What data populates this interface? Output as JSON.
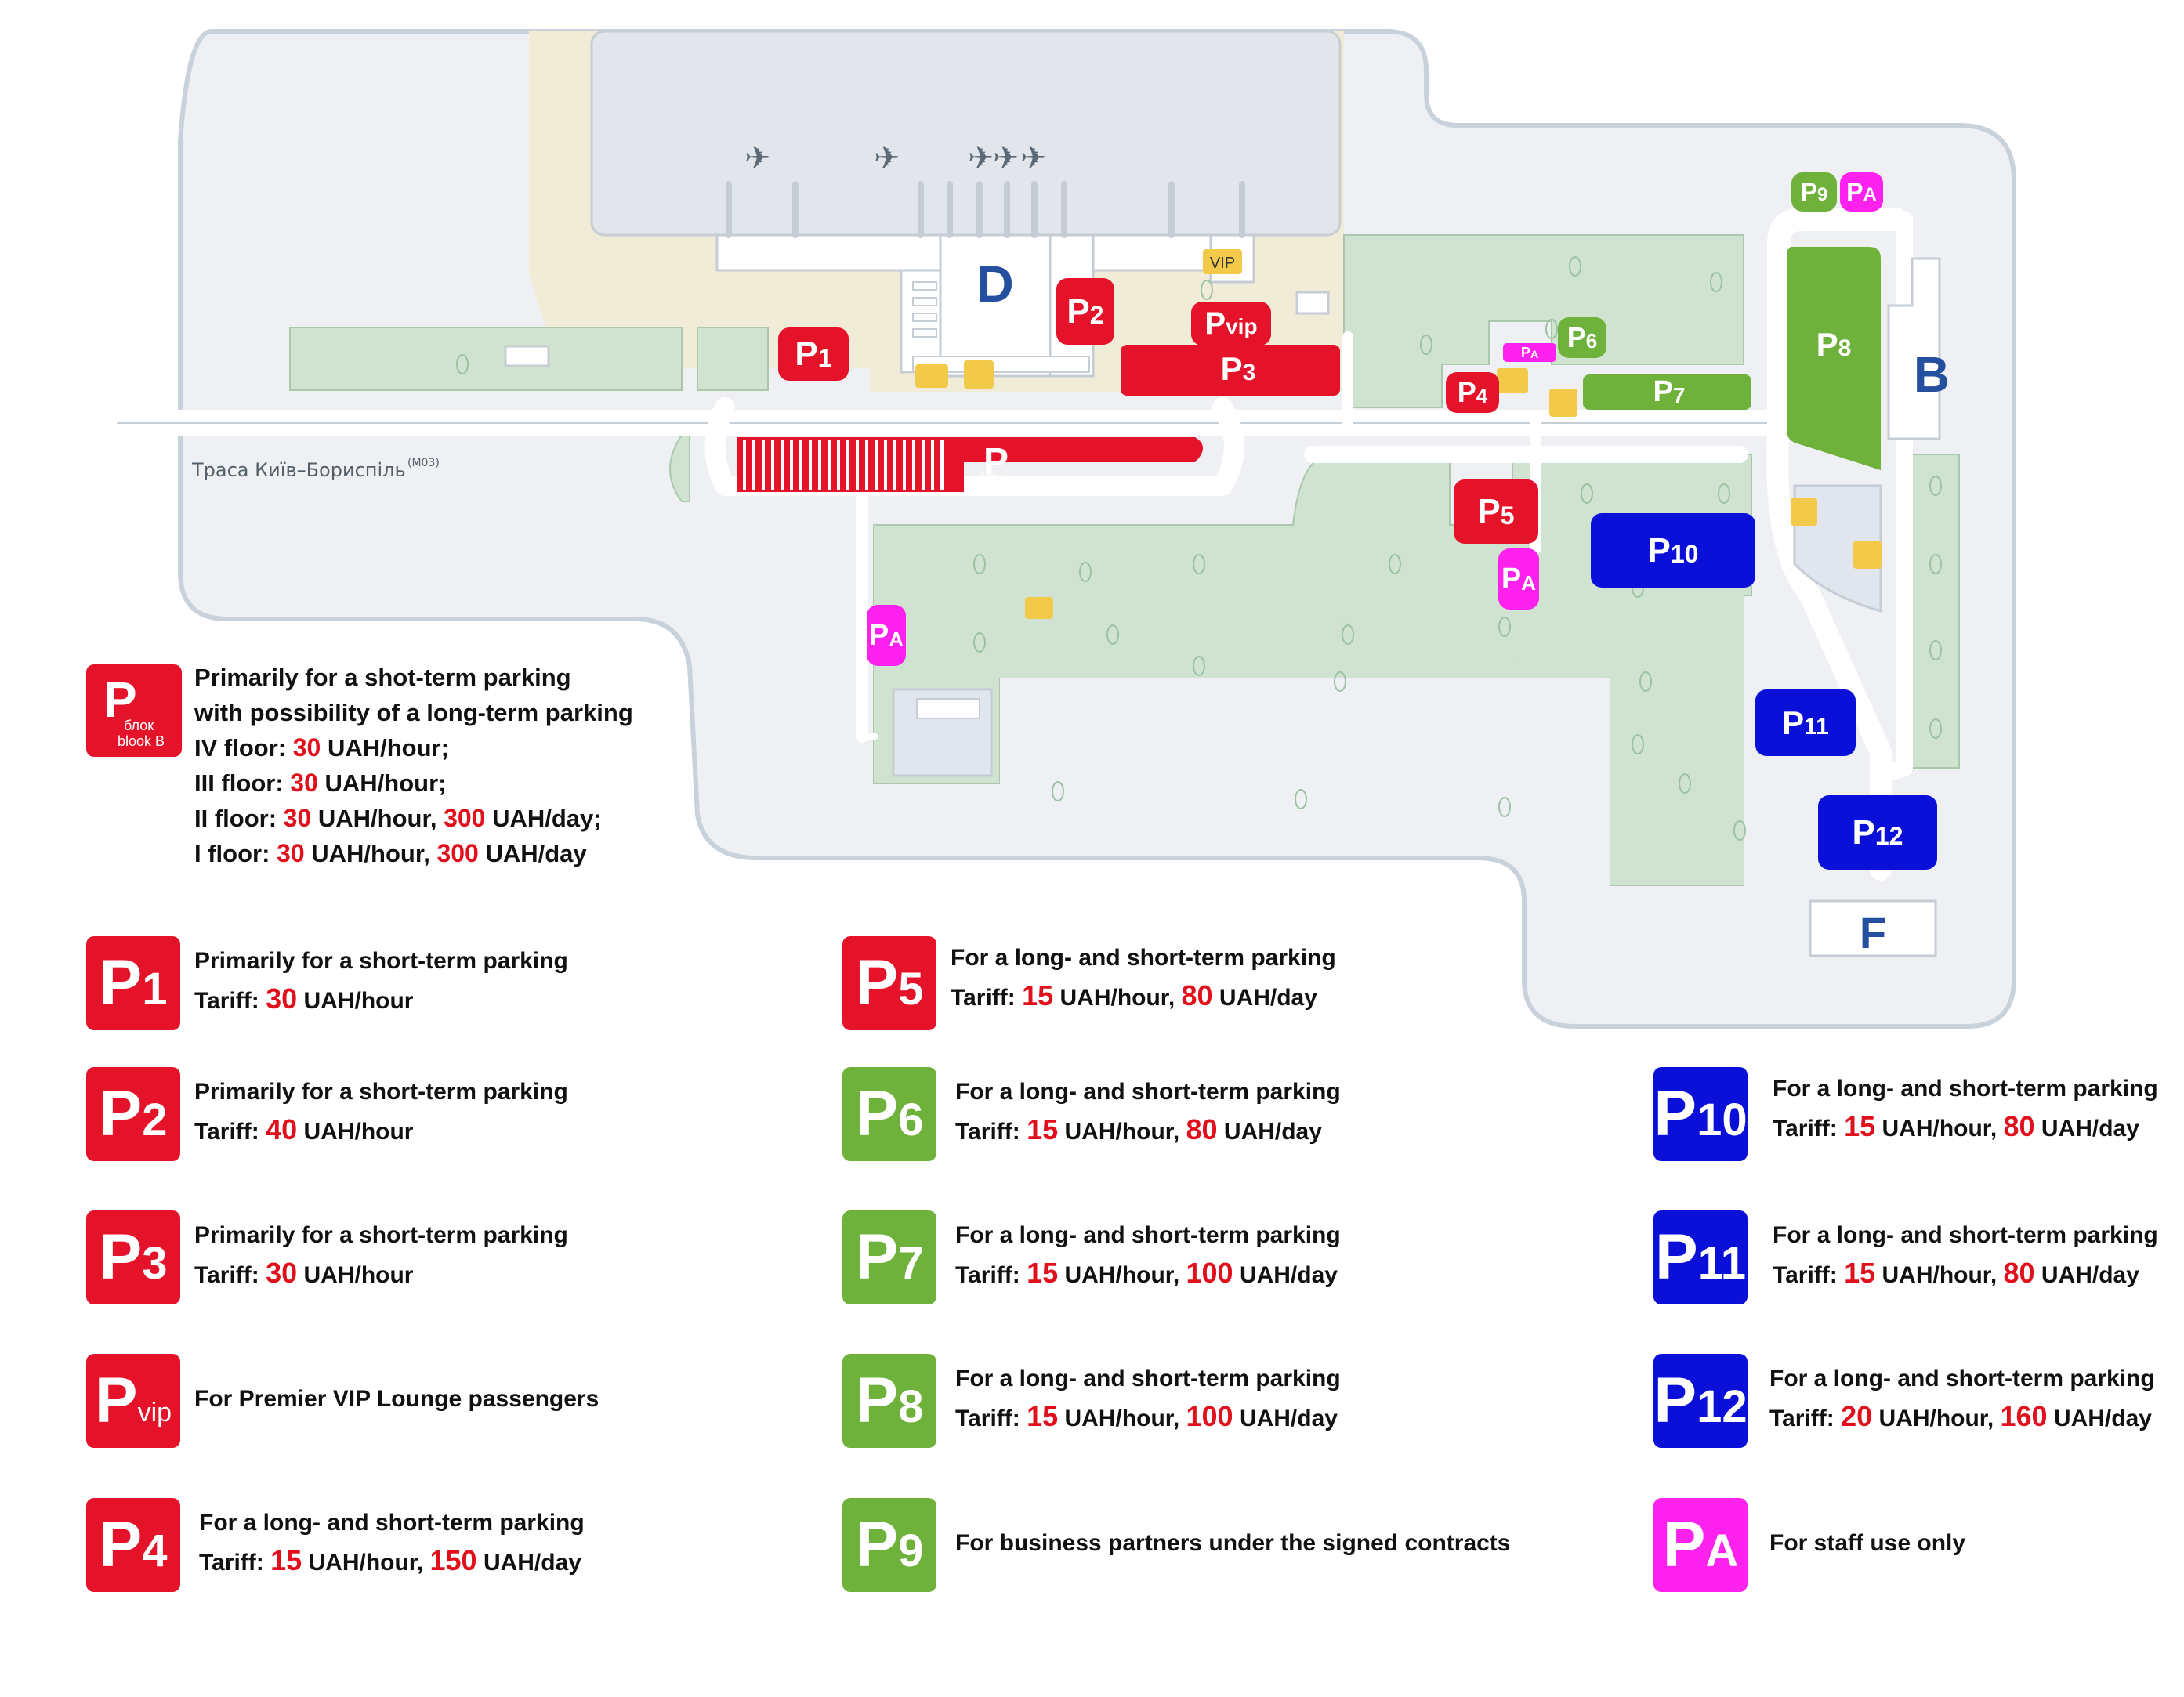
{
  "map": {
    "terminal_d": "D",
    "terminal_b": "B",
    "terminal_f": "F",
    "vip": "VIP",
    "road_name": "Траса Київ–Бориспіль",
    "road_code": "(М03)",
    "block_b_ua": "блок",
    "block_b_en": "blook B",
    "signs": {
      "p1": "1",
      "p2": "2",
      "p3": "3",
      "pvip": "vip",
      "p4": "4",
      "p5": "5",
      "p6": "6",
      "p7": "7",
      "p8": "8",
      "p9": "9",
      "p10": "10",
      "p11": "11",
      "p12": "12",
      "pa": "A",
      "p": "P"
    }
  },
  "block_b": {
    "line1": "Primarily for a shot-term parking",
    "line2": "with possibility of a long-term parking",
    "floors": [
      {
        "label": "IV floor:",
        "hour": "30",
        "hour_unit": "UAH/hour;",
        "day": "",
        "day_unit": ""
      },
      {
        "label": "III floor:",
        "hour": "30",
        "hour_unit": "UAH/hour;",
        "day": "",
        "day_unit": ""
      },
      {
        "label": "II floor:",
        "hour": "30",
        "hour_unit": "UAH/hour,",
        "day": "300",
        "day_unit": "UAH/day;"
      },
      {
        "label": "I floor:",
        "hour": "30",
        "hour_unit": "UAH/hour,",
        "day": "300",
        "day_unit": "UAH/day"
      }
    ]
  },
  "legend": {
    "p1": {
      "num": "1",
      "desc": "Primarily for a short-term parking",
      "tariff": "Tariff:",
      "hour": "30",
      "hour_unit": "UAH/hour"
    },
    "p2": {
      "num": "2",
      "desc": "Primarily for a short-term parking",
      "tariff": "Tariff:",
      "hour": "40",
      "hour_unit": "UAH/hour"
    },
    "p3": {
      "num": "3",
      "desc": "Primarily for a short-term parking",
      "tariff": "Tariff:",
      "hour": "30",
      "hour_unit": "UAH/hour"
    },
    "pvip": {
      "num": "vip",
      "desc": "For Premier VIP Lounge passengers"
    },
    "p4": {
      "num": "4",
      "desc": "For a long- and short-term parking",
      "tariff": "Tariff:",
      "hour": "15",
      "hour_unit": "UAH/hour,",
      "day": "150",
      "day_unit": "UAH/day"
    },
    "p5": {
      "num": "5",
      "desc": "For a long- and short-term parking",
      "tariff": "Tariff:",
      "hour": "15",
      "hour_unit": "UAH/hour,",
      "day": "80",
      "day_unit": "UAH/day"
    },
    "p6": {
      "num": "6",
      "desc": "For a long- and short-term parking",
      "tariff": "Tariff:",
      "hour": "15",
      "hour_unit": "UAH/hour,",
      "day": "80",
      "day_unit": "UAH/day"
    },
    "p7": {
      "num": "7",
      "desc": "For a long- and short-term parking",
      "tariff": "Tariff:",
      "hour": "15",
      "hour_unit": "UAH/hour,",
      "day": "100",
      "day_unit": "UAH/day"
    },
    "p8": {
      "num": "8",
      "desc": "For a long- and short-term parking",
      "tariff": "Tariff:",
      "hour": "15",
      "hour_unit": "UAH/hour,",
      "day": "100",
      "day_unit": "UAH/day"
    },
    "p9": {
      "num": "9",
      "desc": "For business partners under the signed contracts"
    },
    "p10": {
      "num": "10",
      "desc": "For a long- and short-term parking",
      "tariff": "Tariff:",
      "hour": "15",
      "hour_unit": "UAH/hour,",
      "day": "80",
      "day_unit": "UAH/day"
    },
    "p11": {
      "num": "11",
      "desc": "For a long- and short-term parking",
      "tariff": "Tariff:",
      "hour": "15",
      "hour_unit": "UAH/hour,",
      "day": "80",
      "day_unit": "UAH/day"
    },
    "p12": {
      "num": "12",
      "desc": "For a long- and short-term parking",
      "tariff": "Tariff:",
      "hour": "20",
      "hour_unit": "UAH/hour",
      "day": "160",
      "day_unit": "UAH/day"
    },
    "pa": {
      "num": "A",
      "desc": "For staff use only"
    }
  },
  "colors": {
    "red": "#e5132a",
    "green": "#6fb23b",
    "blue": "#0a10d8",
    "pink": "#ff22ee",
    "map_bg": "#eef0f3",
    "lawn": "#cfe3d0",
    "apron": "#f1ecd8"
  }
}
